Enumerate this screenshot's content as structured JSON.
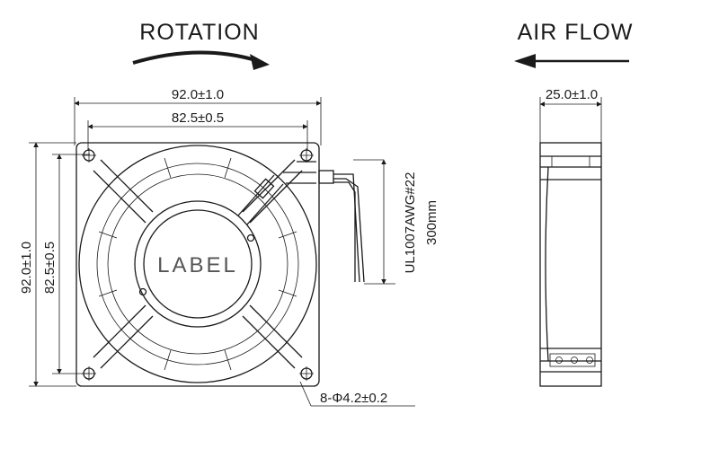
{
  "headings": {
    "rotation": "ROTATION",
    "air_flow": "AIR FLOW"
  },
  "dimensions": {
    "overall_width": "92.0±1.0",
    "hole_pitch_width": "82.5±0.5",
    "overall_height": "92.0±1.0",
    "hole_pitch_height": "82.5±0.5",
    "thickness": "25.0±1.0",
    "mounting_holes": "8-Φ4.2±0.2"
  },
  "wire": {
    "spec": "UL1007AWG#22",
    "length": "300mm"
  },
  "hub": {
    "label": "LABEL"
  },
  "colors": {
    "line": "#1a1a1a",
    "background": "#ffffff"
  },
  "icons": {
    "rotation_arrow": "curved-arrow-right",
    "airflow_arrow": "arrow-left"
  }
}
